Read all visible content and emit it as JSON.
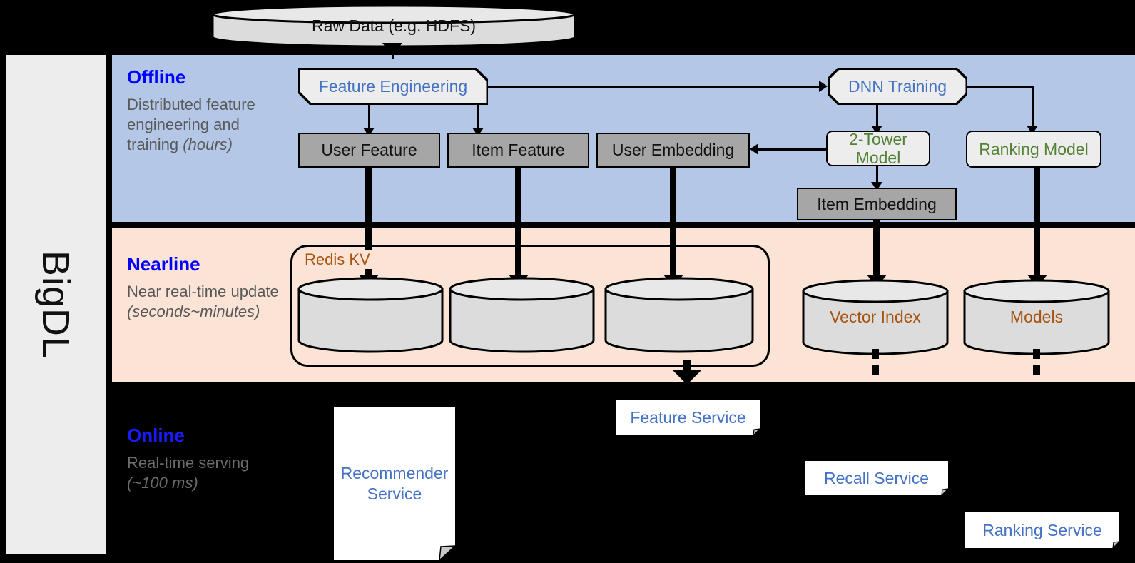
{
  "sidebar": {
    "label": "BigDL"
  },
  "bands": {
    "offline": {
      "title": "Offline",
      "desc_main": "Distributed feature engineering and training ",
      "desc_italic": "(hours)"
    },
    "nearline": {
      "title": "Nearline",
      "desc_main": "Near real-time update ",
      "desc_italic": "(seconds~minutes)"
    },
    "online": {
      "title": "Online",
      "desc_main": "Real-time serving ",
      "desc_italic": "(~100 ms)"
    }
  },
  "nodes": {
    "raw_data": "Raw Data (e.g. HDFS)",
    "feature_engineering": "Feature Engineering",
    "dnn_training": "DNN Training",
    "user_feature": "User Feature",
    "item_feature": "Item Feature",
    "user_embedding": "User Embedding",
    "two_tower_model": "2-Tower Model",
    "ranking_model": "Ranking Model",
    "item_embedding": "Item Embedding",
    "redis_kv": "Redis KV",
    "vector_index": "Vector Index",
    "models": "Models",
    "feature_service": "Feature Service",
    "recommender_service": "Recommender Service",
    "recall_service": "Recall Service",
    "ranking_service": "Ranking Service"
  },
  "colors": {
    "offline_band": "#b4c7e7",
    "nearline_band": "#fbe4d5",
    "online_band": "#000000",
    "band_title": "#0000ff",
    "band_desc": "#595959",
    "node_blue_text": "#4472c4",
    "node_green_text": "#548235",
    "node_brown_text": "#a6540f",
    "gray_box_fill": "#a6a6a6",
    "proc_box_fill": "#ededed",
    "sidebar_fill": "#ededed"
  }
}
